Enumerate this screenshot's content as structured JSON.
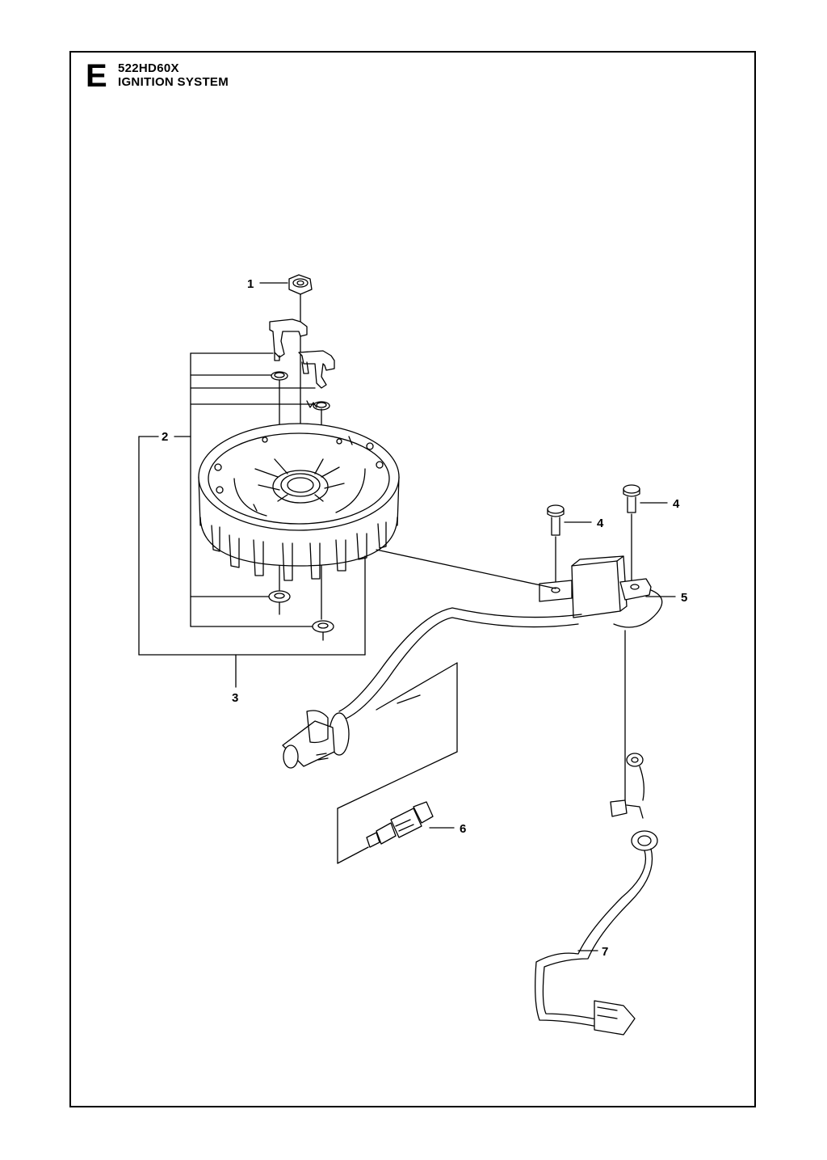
{
  "header": {
    "section_letter": "E",
    "model": "522HD60X",
    "title": "IGNITION SYSTEM"
  },
  "callouts": [
    "1",
    "2",
    "3",
    "4",
    "4",
    "5",
    "6",
    "7"
  ]
}
